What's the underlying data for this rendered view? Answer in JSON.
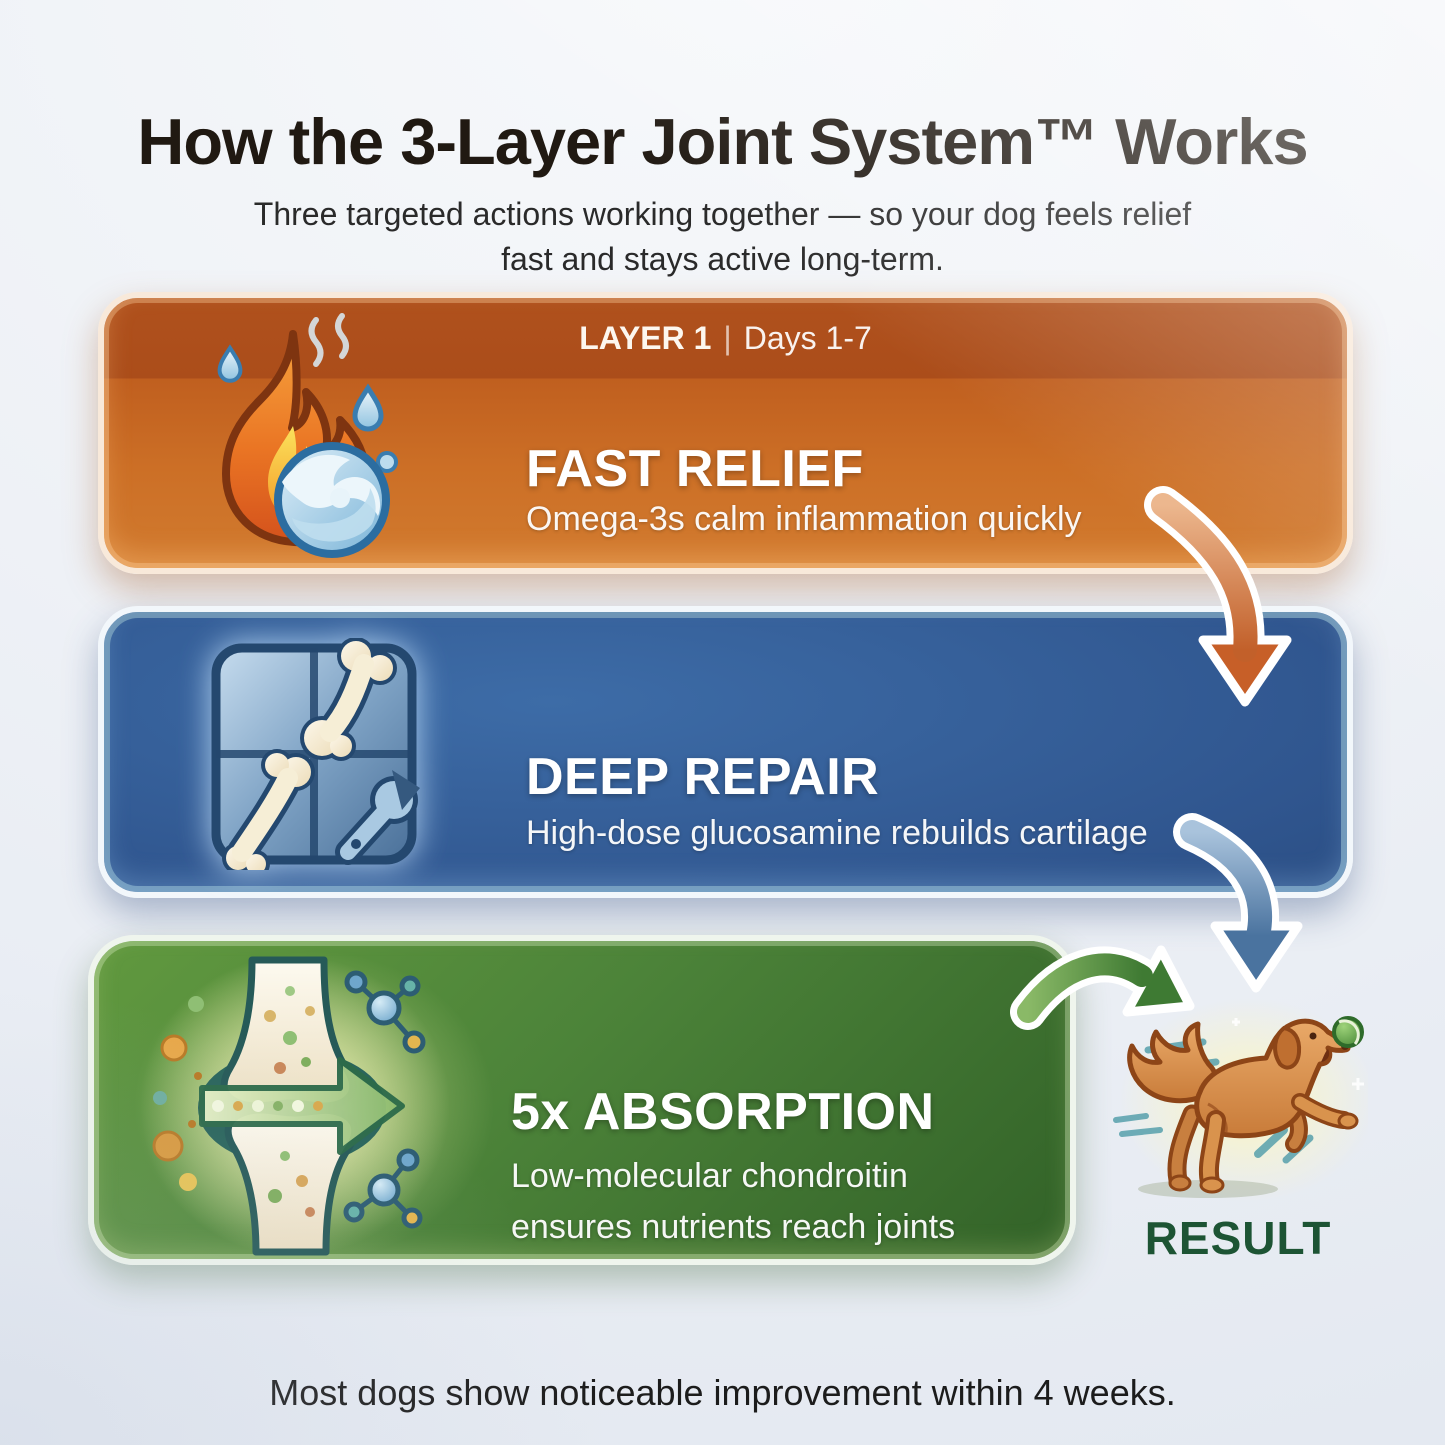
{
  "header": {
    "title": "How the 3-Layer Joint System™ Works",
    "subtitle": "Three targeted actions working together — so your dog feels relief fast and stays active long-term."
  },
  "layers": [
    {
      "badge_label": "LAYER 1",
      "badge_separator": "|",
      "badge_meta": "Days 1-7",
      "title": "FAST RELIEF",
      "description": "Omega-3s calm inflammation quickly",
      "icon": "flame-water-icon",
      "accent_color": "#c2601f"
    },
    {
      "title": "DEEP REPAIR",
      "description": "High-dose glucosamine rebuilds cartilage",
      "icon": "bone-repair-icon",
      "accent_color": "#2e5590"
    },
    {
      "title": "5x ABSORPTION",
      "description_lines": [
        "Low-molecular chondroitin",
        "ensures nutrients reach joints"
      ],
      "icon": "joint-absorption-icon",
      "accent_color": "#4c8339"
    }
  ],
  "result": {
    "label": "RESULT",
    "icon": "jumping-dog-icon",
    "label_color": "#1d5434"
  },
  "footer": {
    "note": "Most dogs show noticeable improvement within 4 weeks."
  },
  "colors": {
    "background": "#eef1f6",
    "title_text": "#201912",
    "card_text": "#ffffff"
  }
}
